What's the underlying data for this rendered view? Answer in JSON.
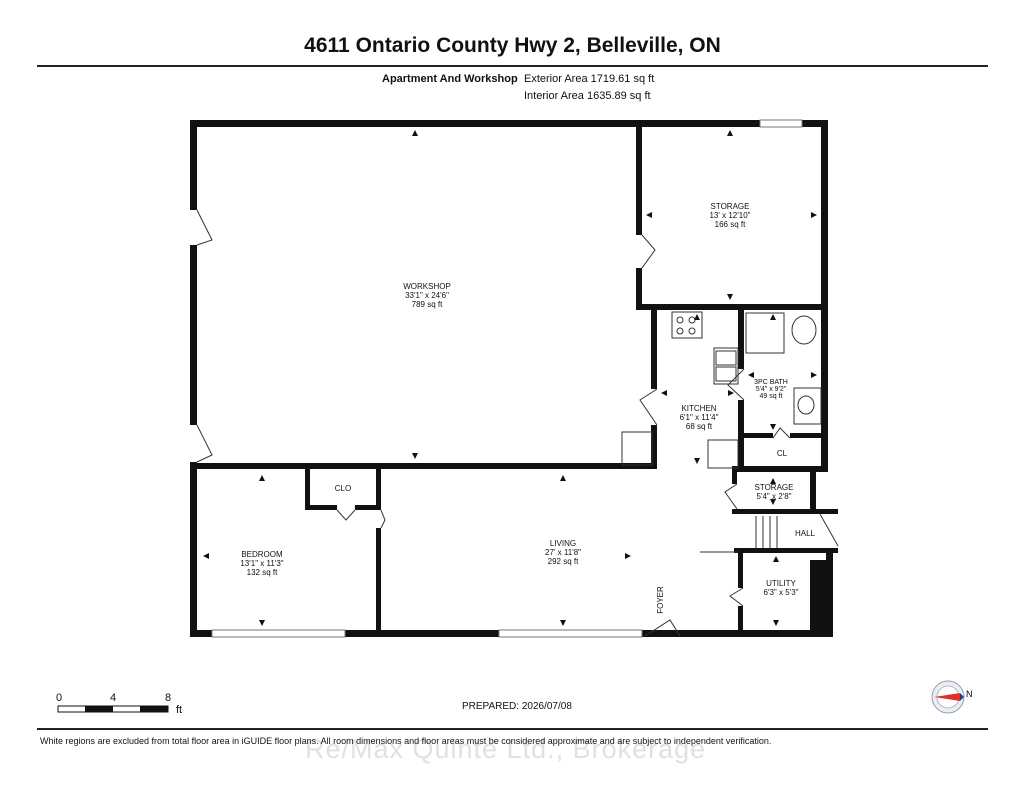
{
  "header": {
    "title": "4611 Ontario County Hwy 2, Belleville, ON",
    "section_label": "Apartment And Workshop",
    "exterior_area": "Exterior Area 1719.61 sq ft",
    "interior_area": "Interior Area 1635.89 sq ft"
  },
  "rooms": {
    "workshop": {
      "name": "WORKSHOP",
      "dims": "33'1\" x 24'6\"",
      "area": "789 sq ft"
    },
    "storage_main": {
      "name": "STORAGE",
      "dims": "13' x 12'10\"",
      "area": "166 sq ft"
    },
    "bath": {
      "name": "3PC BATH",
      "dims": "5'4\" x 9'2\"",
      "area": "49 sq ft"
    },
    "kitchen": {
      "name": "KITCHEN",
      "dims": "6'1\" x 11'4\"",
      "area": "68 sq ft"
    },
    "cl": {
      "name": "CL"
    },
    "storage_small": {
      "name": "STORAGE",
      "dims": "5'4\" x 2'8\""
    },
    "clo": {
      "name": "CLO"
    },
    "bedroom": {
      "name": "BEDROOM",
      "dims": "13'1\" x 11'3\"",
      "area": "132 sq ft"
    },
    "living": {
      "name": "LIVING",
      "dims": "27' x 11'8\"",
      "area": "292 sq ft"
    },
    "hall": {
      "name": "HALL"
    },
    "utility": {
      "name": "UTILITY",
      "dims": "6'3\" x 5'3\""
    },
    "foyer": {
      "name": "FOYER"
    }
  },
  "scale": {
    "ticks": [
      "0",
      "4",
      "8"
    ],
    "unit": "ft"
  },
  "footer": {
    "prepared": "PREPARED: 2026/07/08",
    "disclaimer": "White regions are excluded from total floor area in iGUIDE floor plans. All room dimensions and floor areas must be considered approximate and are subject to independent verification.",
    "watermark": "Re/Max Quinte Ltd., Brokerage"
  },
  "compass": {
    "label": "N",
    "icon": "compass-icon",
    "accent": "#e0302a"
  }
}
